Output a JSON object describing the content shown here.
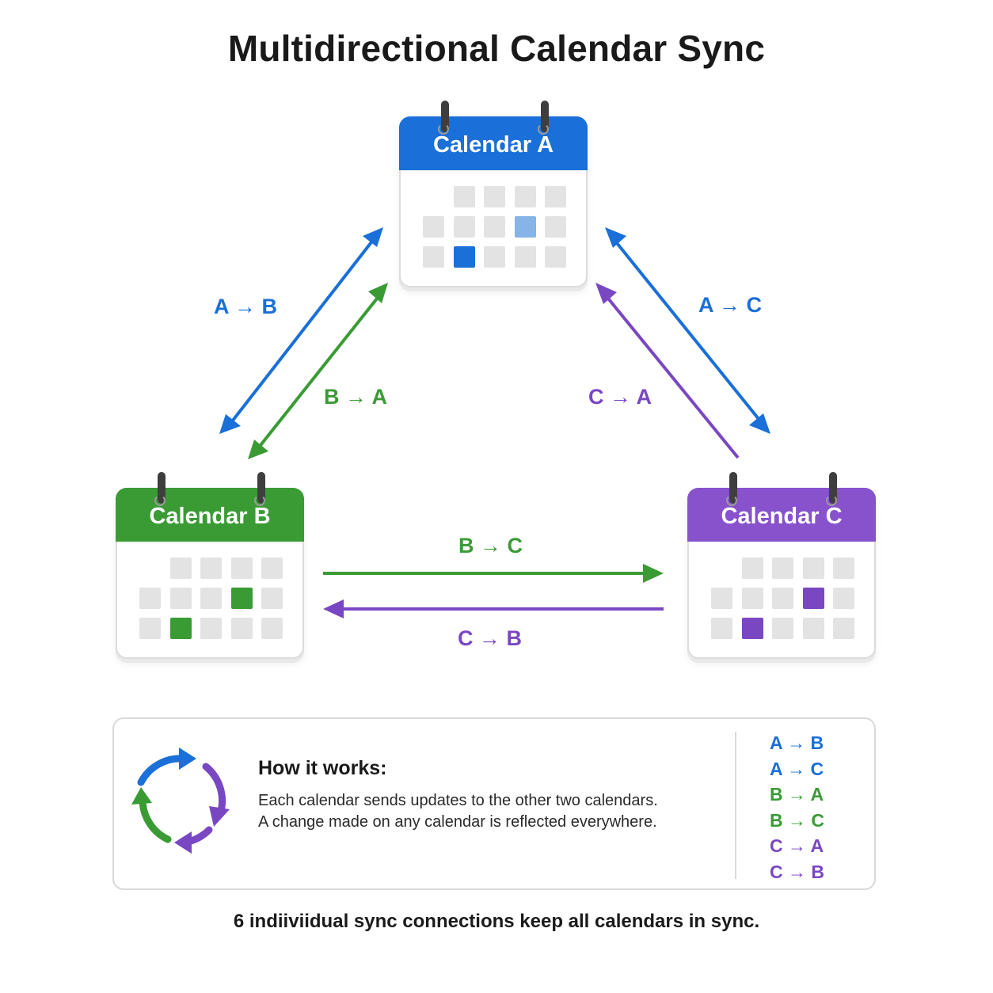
{
  "title": "Multidirectional Calendar Sync",
  "colors": {
    "a": "#1a6fd8",
    "b": "#3a9b35",
    "c": "#7a47c2",
    "inactive_cell": "#e3e3e3"
  },
  "calendars": {
    "a": {
      "label": "Calendar A",
      "highlighted_cells": [
        {
          "row": 1,
          "col": 3,
          "shade": "#86b4e6"
        },
        {
          "row": 2,
          "col": 1,
          "shade": "#1a6fd8"
        }
      ]
    },
    "b": {
      "label": "Calendar B",
      "highlighted_cells": [
        {
          "row": 1,
          "col": 3,
          "shade": "#3a9b35"
        },
        {
          "row": 2,
          "col": 1,
          "shade": "#3a9b35"
        }
      ]
    },
    "c": {
      "label": "Calendar C",
      "highlighted_cells": [
        {
          "row": 1,
          "col": 3,
          "shade": "#7a47c2"
        },
        {
          "row": 2,
          "col": 1,
          "shade": "#7a47c2"
        }
      ]
    }
  },
  "connections": {
    "a_to_b": "A → B",
    "b_to_a": "B → A",
    "a_to_c": "A → C",
    "c_to_a": "C → A",
    "b_to_c": "B → C",
    "c_to_b": "C → B"
  },
  "info": {
    "heading": "How it works:",
    "line1": "Each calendar sends updates to the other two calendars.",
    "line2": "A change made on any calendar is reflected everywhere.",
    "icon": "sync-cycle-icon",
    "list": [
      "A → B",
      "A → C",
      "B → A",
      "B → C",
      "C → A",
      "C → B"
    ]
  },
  "footer": "6 indiiviidual sync connections keep all calendars in sync."
}
